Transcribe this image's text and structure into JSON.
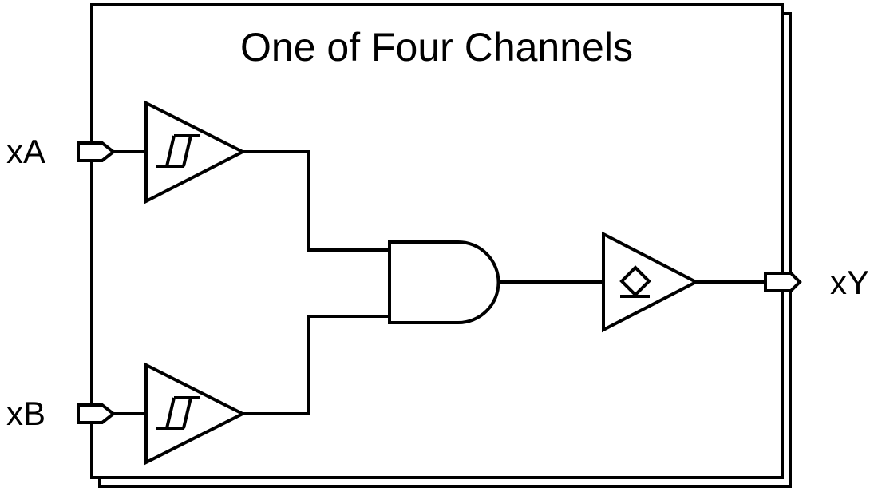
{
  "diagram": {
    "title": "One of Four Channels",
    "inputs": [
      {
        "label": "xA",
        "buffer": "schmitt-trigger-buffer",
        "buffer_icon": "hysteresis-icon"
      },
      {
        "label": "xB",
        "buffer": "schmitt-trigger-buffer",
        "buffer_icon": "hysteresis-icon"
      }
    ],
    "gate": {
      "type": "and-gate"
    },
    "output_stage": {
      "type": "buffer",
      "icon": "open-drain-diamond-icon"
    },
    "output": {
      "label": "xY"
    },
    "colors": {
      "line": "#000000",
      "background": "#ffffff",
      "shape_fill": "#ffffff"
    }
  }
}
